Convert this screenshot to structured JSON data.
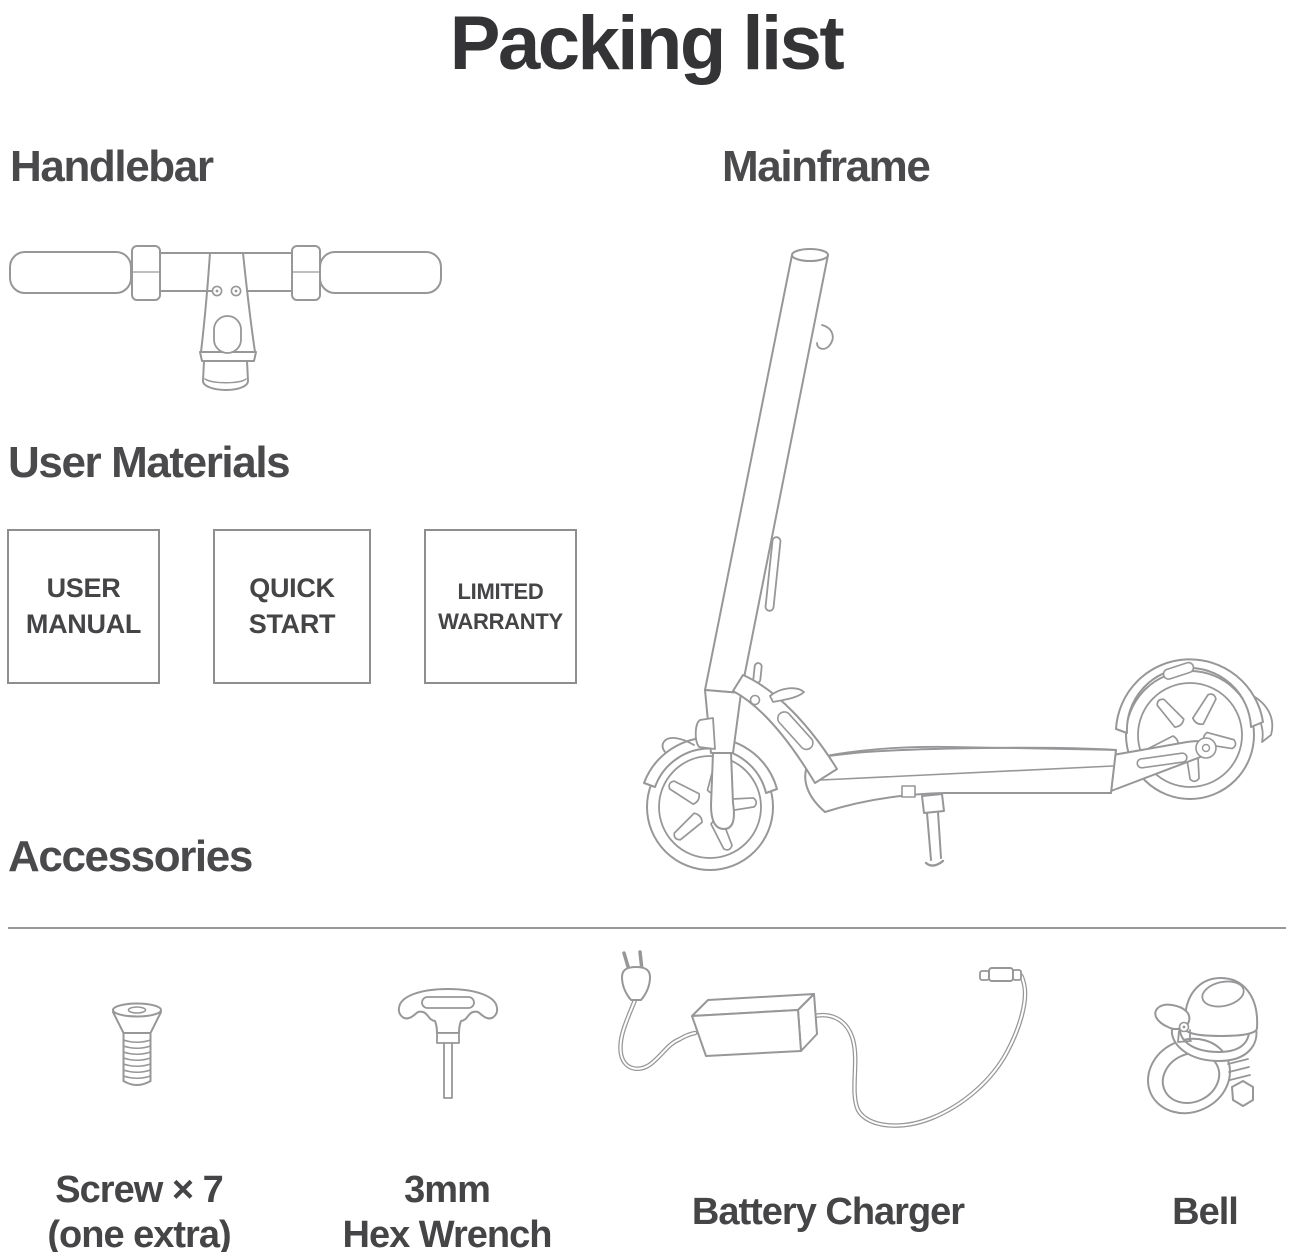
{
  "title": "Packing list",
  "colors": {
    "background": "#ffffff",
    "heading_text": "#343436",
    "body_text": "#454547",
    "line_art": "#97979a",
    "divider": "#98989b",
    "box_border": "#8e8e91"
  },
  "sections": {
    "handlebar": {
      "label": "Handlebar",
      "icon": "handlebar-drawing"
    },
    "mainframe": {
      "label": "Mainframe",
      "icon": "scooter-drawing"
    },
    "user_materials": {
      "label": "User Materials",
      "booklets": [
        {
          "lines": [
            "USER",
            "MANUAL"
          ]
        },
        {
          "lines": [
            "QUICK",
            "START"
          ]
        },
        {
          "lines": [
            "LIMITED",
            "WARRANTY"
          ]
        }
      ]
    },
    "accessories": {
      "label": "Accessories",
      "items": [
        {
          "icon": "screw-icon",
          "label_lines": [
            "Screw × 7",
            "(one extra)"
          ]
        },
        {
          "icon": "hex-wrench-icon",
          "label_lines": [
            "3mm",
            "Hex Wrench"
          ]
        },
        {
          "icon": "battery-charger-icon",
          "label_lines": [
            "Battery Charger"
          ]
        },
        {
          "icon": "bell-icon",
          "label_lines": [
            "Bell"
          ]
        }
      ]
    }
  }
}
